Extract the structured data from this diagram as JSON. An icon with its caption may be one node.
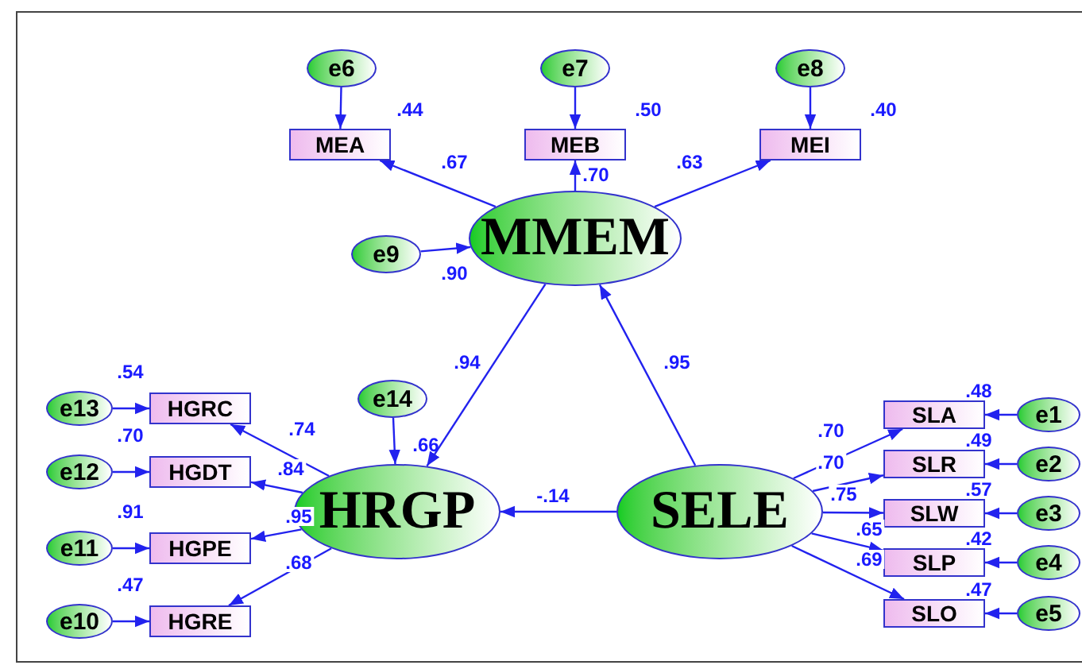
{
  "diagram": {
    "nodes": [
      {
        "text": [
          "e6"
        ]
      },
      {
        "text": [
          "e7"
        ]
      },
      {
        "text": [
          "e8"
        ]
      },
      {
        "text": [
          "MEA"
        ],
        "beside": [
          ".44"
        ]
      },
      {
        "text": [
          "MEB"
        ],
        "beside": [
          ".50"
        ]
      },
      {
        "text": [
          "MEI"
        ],
        "beside": [
          ".40"
        ]
      },
      {
        "text": [
          "e9"
        ]
      },
      {
        "text": [
          "MMEM"
        ],
        "beside": [
          ".90"
        ]
      },
      {
        "text": [
          "e14"
        ]
      },
      {
        "text": [
          "e13"
        ]
      },
      {
        "text": [
          "HGRC"
        ],
        "beside": [
          ".54"
        ]
      },
      {
        "text": [
          "e12"
        ]
      },
      {
        "text": [
          "HGDT"
        ],
        "beside": [
          ".70"
        ]
      },
      {
        "text": [
          "HRGP"
        ],
        "beside": [
          ".66"
        ]
      },
      {
        "text": [
          "SELE"
        ]
      },
      {
        "text": [
          "SLA"
        ],
        "beside": [
          ".48"
        ]
      },
      {
        "text": [
          "e1"
        ]
      },
      {
        "text": [
          "SLR"
        ],
        "beside": [
          ".49"
        ]
      },
      {
        "text": [
          "e2"
        ]
      },
      {
        "text": [
          "e11"
        ]
      },
      {
        "text": [
          "HGPE"
        ],
        "beside": [
          ".91"
        ]
      },
      {
        "text": [
          "SLW"
        ],
        "beside": [
          ".57"
        ]
      },
      {
        "text": [
          "e3"
        ]
      },
      {
        "text": [
          "SLP"
        ],
        "beside": [
          ".42"
        ]
      },
      {
        "text": [
          "e4"
        ]
      },
      {
        "text": [
          "e10"
        ]
      },
      {
        "text": [
          "HGRE"
        ],
        "beside": [
          ".47"
        ]
      },
      {
        "text": [
          "SLO"
        ],
        "beside": [
          ".47"
        ]
      },
      {
        "text": [
          "e5"
        ]
      }
    ],
    "edges": [
      {
        "from": 0,
        "to": 3,
        "arrow": "to"
      },
      {
        "from": 1,
        "to": 4,
        "arrow": "to"
      },
      {
        "from": 2,
        "to": 5,
        "arrow": "to"
      },
      {
        "from": 7,
        "to": 3,
        "arrow": "to",
        "label": ".67"
      },
      {
        "from": 7,
        "to": 4,
        "arrow": "to",
        "label": ".70"
      },
      {
        "from": 7,
        "to": 5,
        "arrow": "to",
        "label": ".63"
      },
      {
        "from": 6,
        "to": 7,
        "arrow": "to"
      },
      {
        "from": 7,
        "to": 13,
        "arrow": "to",
        "label": ".94"
      },
      {
        "from": 14,
        "to": 7,
        "arrow": "to",
        "label": ".95"
      },
      {
        "from": 8,
        "to": 13,
        "arrow": "to"
      },
      {
        "from": 14,
        "to": 13,
        "arrow": "to",
        "label": "-.14"
      },
      {
        "from": 13,
        "to": 10,
        "arrow": "to",
        "label": ".74"
      },
      {
        "from": 13,
        "to": 12,
        "arrow": "to",
        "label": ".84"
      },
      {
        "from": 13,
        "to": 20,
        "arrow": "to",
        "label": ".95"
      },
      {
        "from": 13,
        "to": 26,
        "arrow": "to",
        "label": ".68"
      },
      {
        "from": 9,
        "to": 10,
        "arrow": "to"
      },
      {
        "from": 11,
        "to": 12,
        "arrow": "to"
      },
      {
        "from": 19,
        "to": 20,
        "arrow": "to"
      },
      {
        "from": 25,
        "to": 26,
        "arrow": "to"
      },
      {
        "from": 14,
        "to": 15,
        "arrow": "to",
        "label": ".70"
      },
      {
        "from": 14,
        "to": 17,
        "arrow": "to",
        "label": ".70"
      },
      {
        "from": 14,
        "to": 21,
        "arrow": "to",
        "label": ".75"
      },
      {
        "from": 14,
        "to": 23,
        "arrow": "to",
        "label": ".65"
      },
      {
        "from": 14,
        "to": 27,
        "arrow": "to",
        "label": ".69"
      },
      {
        "from": 16,
        "to": 15,
        "arrow": "to"
      },
      {
        "from": 18,
        "to": 17,
        "arrow": "to"
      },
      {
        "from": 22,
        "to": 21,
        "arrow": "to"
      },
      {
        "from": 24,
        "to": 23,
        "arrow": "to"
      },
      {
        "from": 28,
        "to": 27,
        "arrow": "to"
      }
    ]
  }
}
